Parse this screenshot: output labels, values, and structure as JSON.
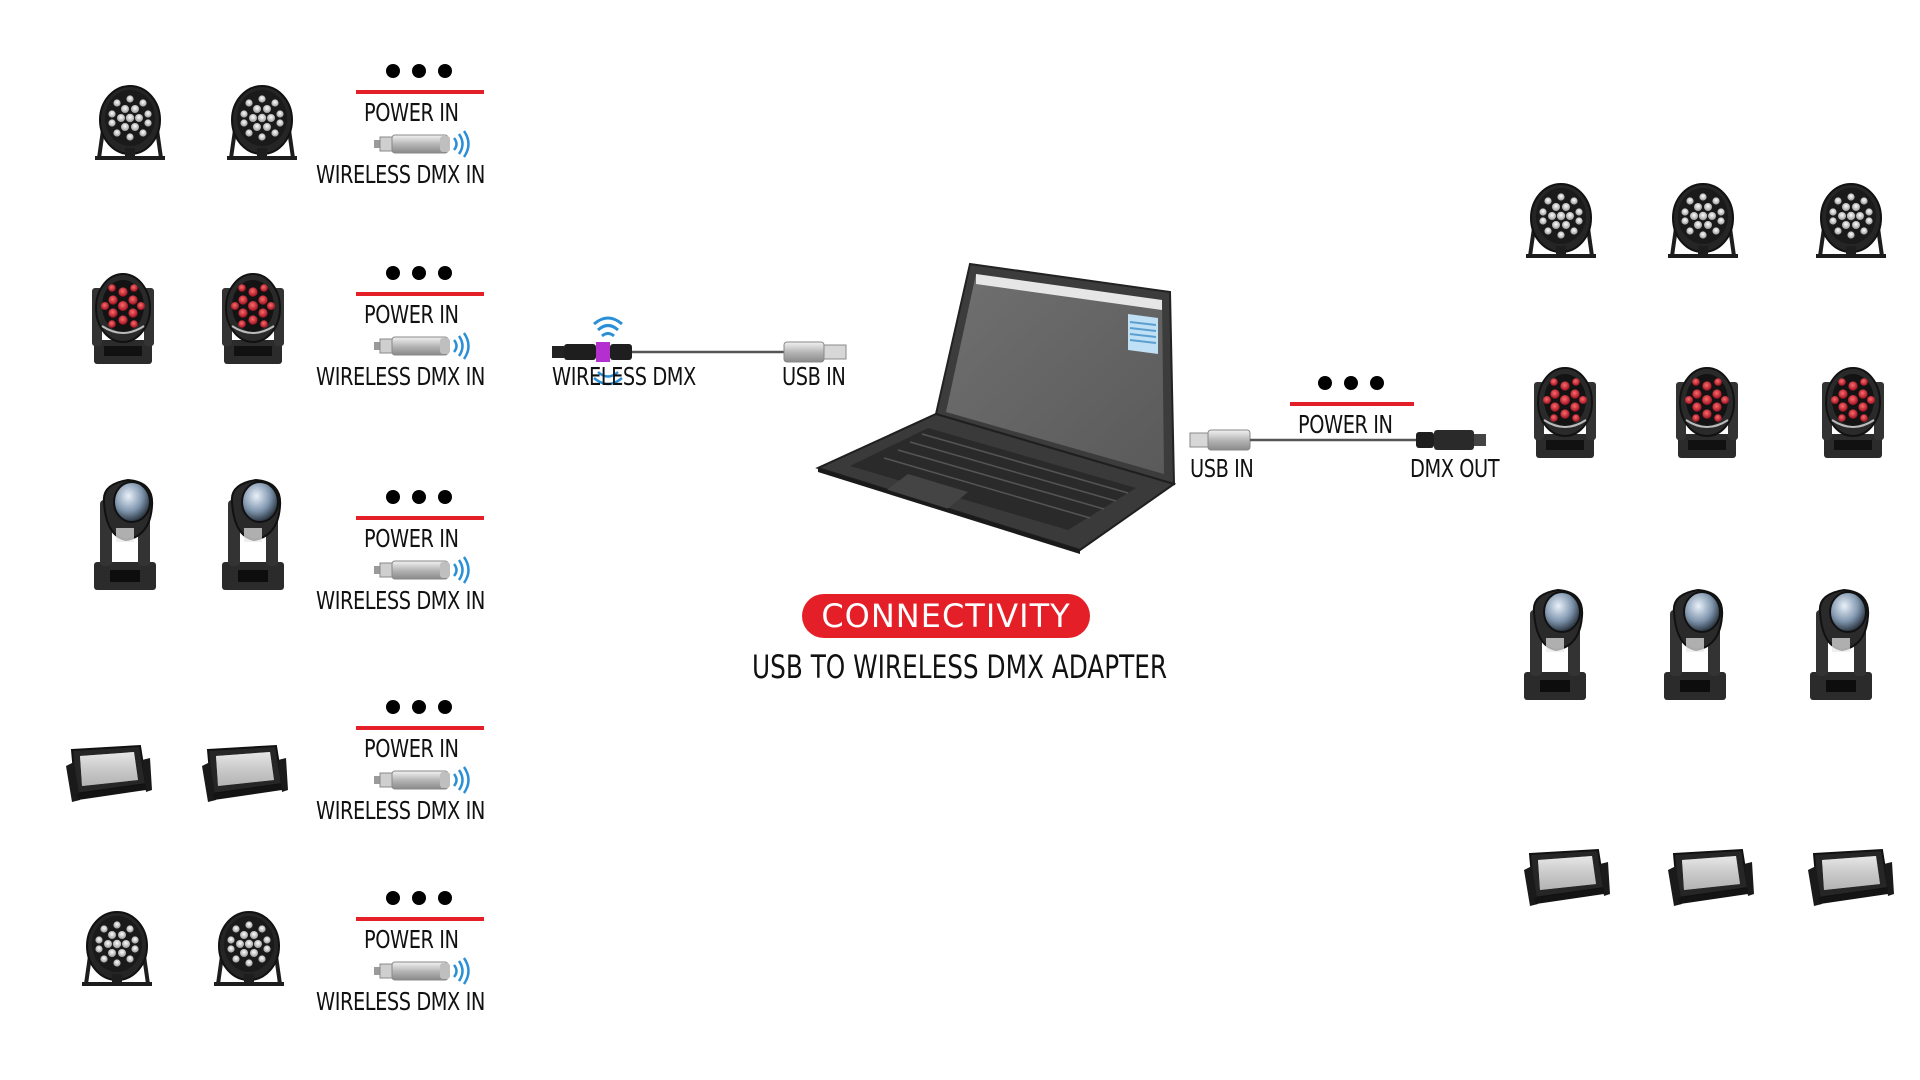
{
  "receivers": [
    {
      "fixture": "par-light",
      "power_label": "POWER IN",
      "dmx_label": "WIRELESS DMX IN"
    },
    {
      "fixture": "beam-wash-moving-head",
      "power_label": "POWER IN",
      "dmx_label": "WIRELESS DMX IN"
    },
    {
      "fixture": "beam-moving-head",
      "power_label": "POWER IN",
      "dmx_label": "WIRELESS DMX IN"
    },
    {
      "fixture": "strobe-light",
      "power_label": "POWER IN",
      "dmx_label": "WIRELESS DMX IN"
    },
    {
      "fixture": "par-light",
      "power_label": "POWER IN",
      "dmx_label": "WIRELESS DMX IN"
    }
  ],
  "transmitter": {
    "wireless_label": "WIRELESS DMX",
    "usb_label": "USB IN"
  },
  "wired_adapter": {
    "power_label": "POWER IN",
    "usb_label": "USB IN",
    "dmx_label": "DMX OUT"
  },
  "right_rows": [
    "par-light",
    "beam-wash-moving-head",
    "beam-moving-head",
    "strobe-light"
  ],
  "badge": {
    "text": "CONNECTIVITY"
  },
  "subtitle": "USB TO WIRELESS DMX ADAPTER",
  "colors": {
    "accent": "#e41f28",
    "signal": "#2a8fd6",
    "fixture_body": "#2b2b2b",
    "wash_lens": "#c8202c",
    "transmitter_band": "#b42fd0"
  },
  "icons": [
    "par-light-icon",
    "moving-head-icon",
    "strobe-icon",
    "laptop-icon",
    "usb-plug-icon",
    "xlr-plug-icon",
    "wifi-signal-icon"
  ]
}
